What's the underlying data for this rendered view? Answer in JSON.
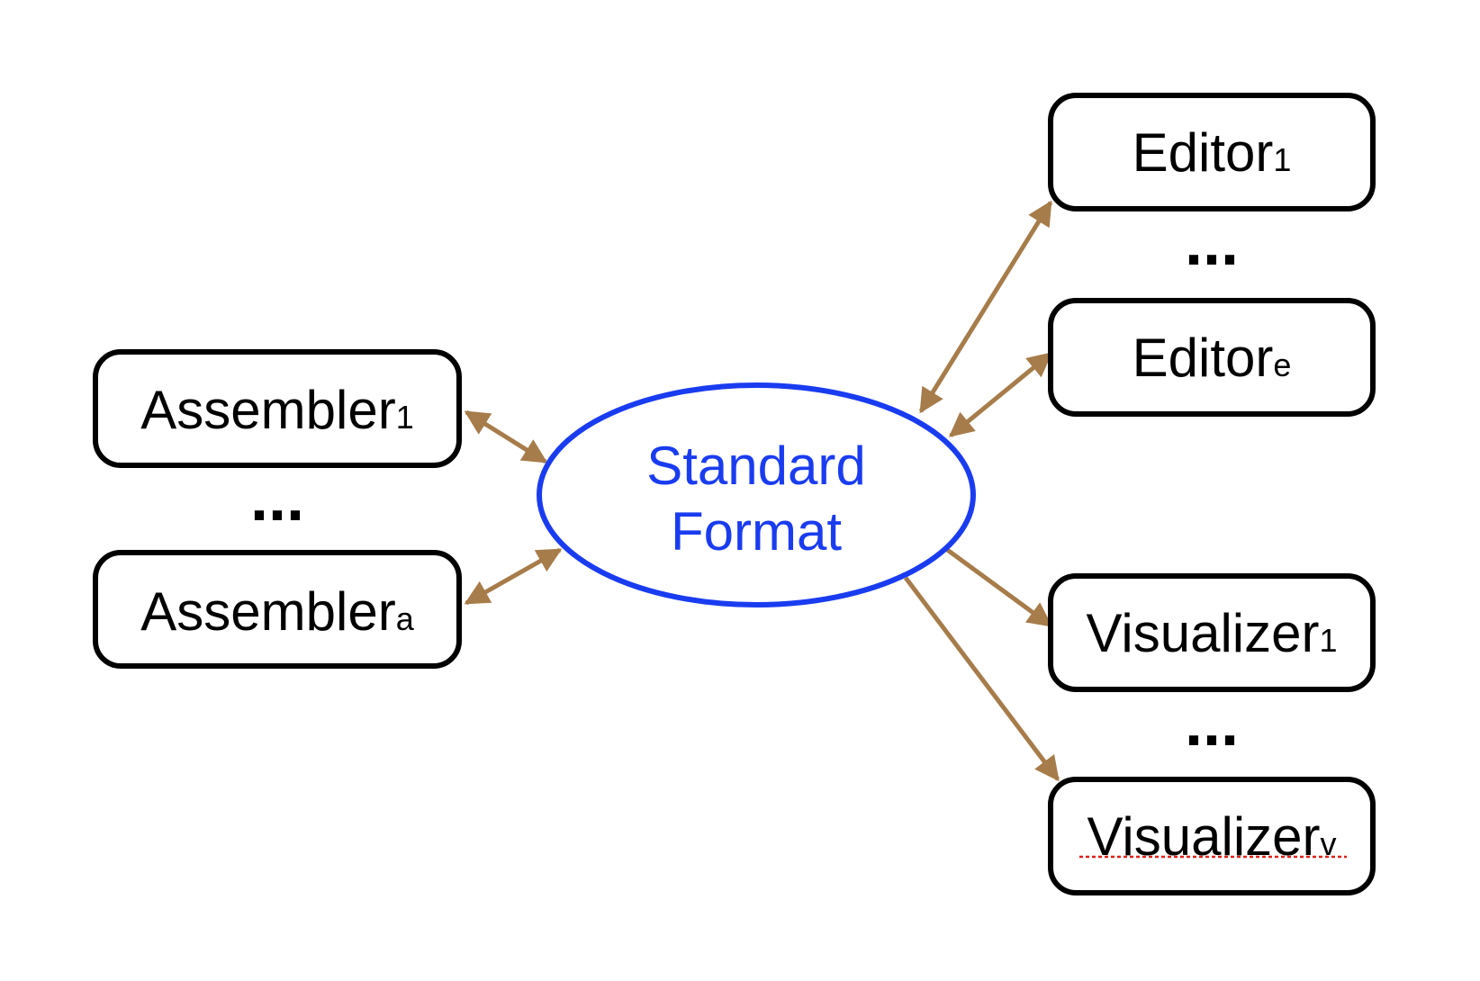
{
  "colors": {
    "arrow": "#a67c4a",
    "center_stroke": "#1a3cf0",
    "center_text": "#1a3cf0",
    "box_stroke": "#000000",
    "spellcheck_underline": "#e0201b"
  },
  "center": {
    "line1": "Standard",
    "line2": "Format"
  },
  "assemblers": {
    "first": {
      "name": "Assembler",
      "sub": "1"
    },
    "ellipsis": "...",
    "last": {
      "name": "Assembler",
      "sub": "a"
    }
  },
  "editors": {
    "first": {
      "name": "Editor",
      "sub": "1"
    },
    "ellipsis": "...",
    "last": {
      "name": "Editor",
      "sub": "e"
    }
  },
  "visualizers": {
    "first": {
      "name": "Visualizer",
      "sub": "1"
    },
    "ellipsis": "...",
    "last": {
      "name": "Visualizer",
      "sub": "v"
    }
  },
  "edges": [
    {
      "from": "assembler-1",
      "to": "standard-format",
      "direction": "both"
    },
    {
      "from": "assembler-a",
      "to": "standard-format",
      "direction": "both"
    },
    {
      "from": "editor-1",
      "to": "standard-format",
      "direction": "both"
    },
    {
      "from": "editor-e",
      "to": "standard-format",
      "direction": "both"
    },
    {
      "from": "standard-format",
      "to": "visualizer-1",
      "direction": "forward"
    },
    {
      "from": "standard-format",
      "to": "visualizer-v",
      "direction": "forward"
    }
  ]
}
